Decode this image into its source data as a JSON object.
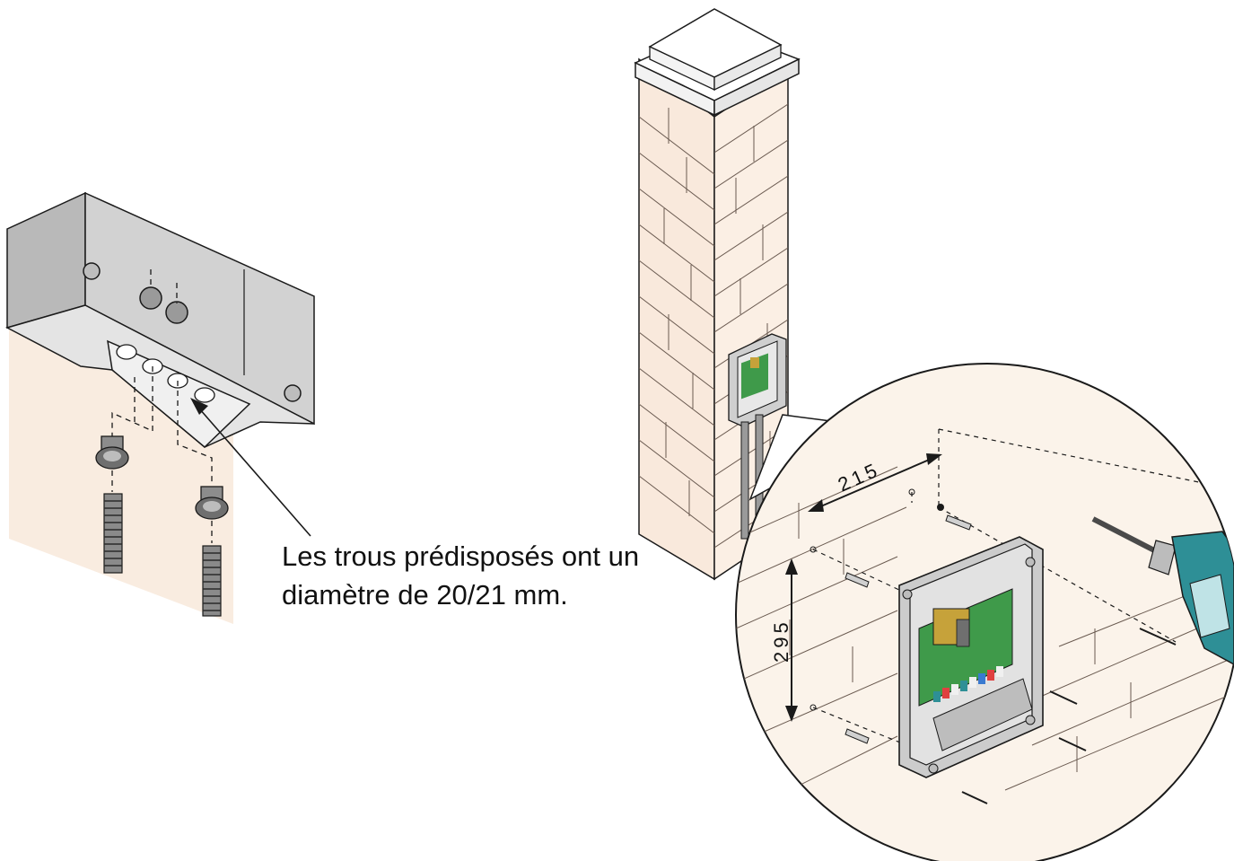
{
  "caption": {
    "line1": "Les trous prédisposés ont un",
    "line2": "diamètre de 20/21 mm."
  },
  "dimensions": {
    "width_label": "215",
    "height_label": "295"
  },
  "colors": {
    "wall": "#f9ece0",
    "box_grey": "#c8c8c8",
    "box_dark": "#a9a9a9",
    "board_green": "#3f9a4a",
    "drill_teal": "#2e8f96",
    "stroke": "#1a1a1a"
  }
}
